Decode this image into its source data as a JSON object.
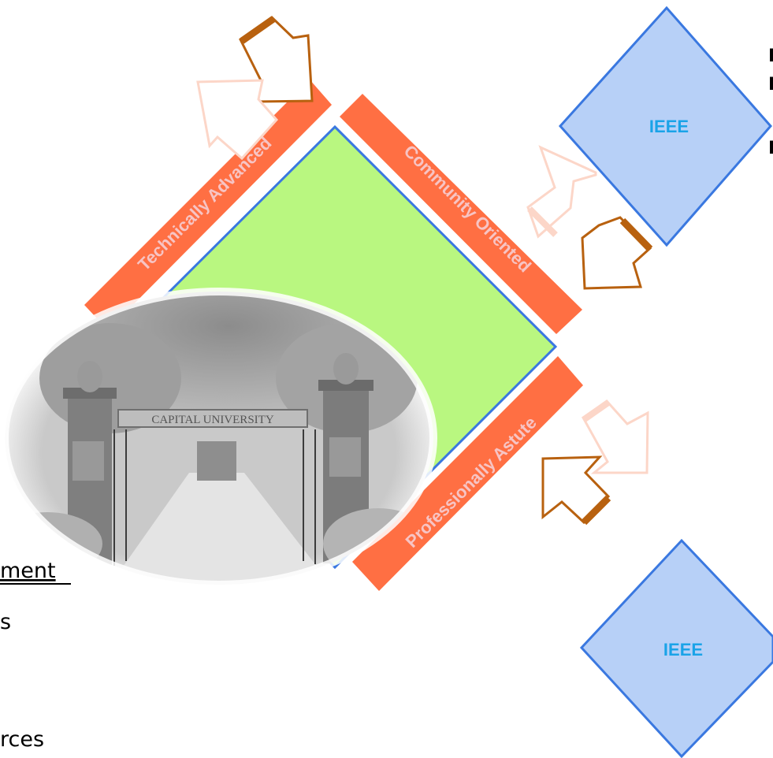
{
  "diagram": {
    "center_color": "#b9f780",
    "band_color": "#ff6f43",
    "node_color": "#b7d0f7",
    "node_border": "#3a78e0",
    "bands": [
      {
        "label": "Technically Advanced"
      },
      {
        "label": "Community Oriented"
      },
      {
        "label": "Professionally Astute"
      }
    ],
    "nodes": [
      {
        "label": "IEEE"
      },
      {
        "label": "IEEE"
      }
    ],
    "photo": {
      "sign_text": "CAPITAL UNIVERSITY"
    },
    "left_text": [
      {
        "text": "ment",
        "underlined": true
      },
      {
        "text": "s",
        "underlined": false
      },
      {
        "text": "rces",
        "underlined": false
      }
    ],
    "right_edge_text": [
      "I",
      "I",
      "I"
    ],
    "arrows": {
      "dark_color": "#b8610f",
      "light_color": "#fcd6c8"
    }
  }
}
